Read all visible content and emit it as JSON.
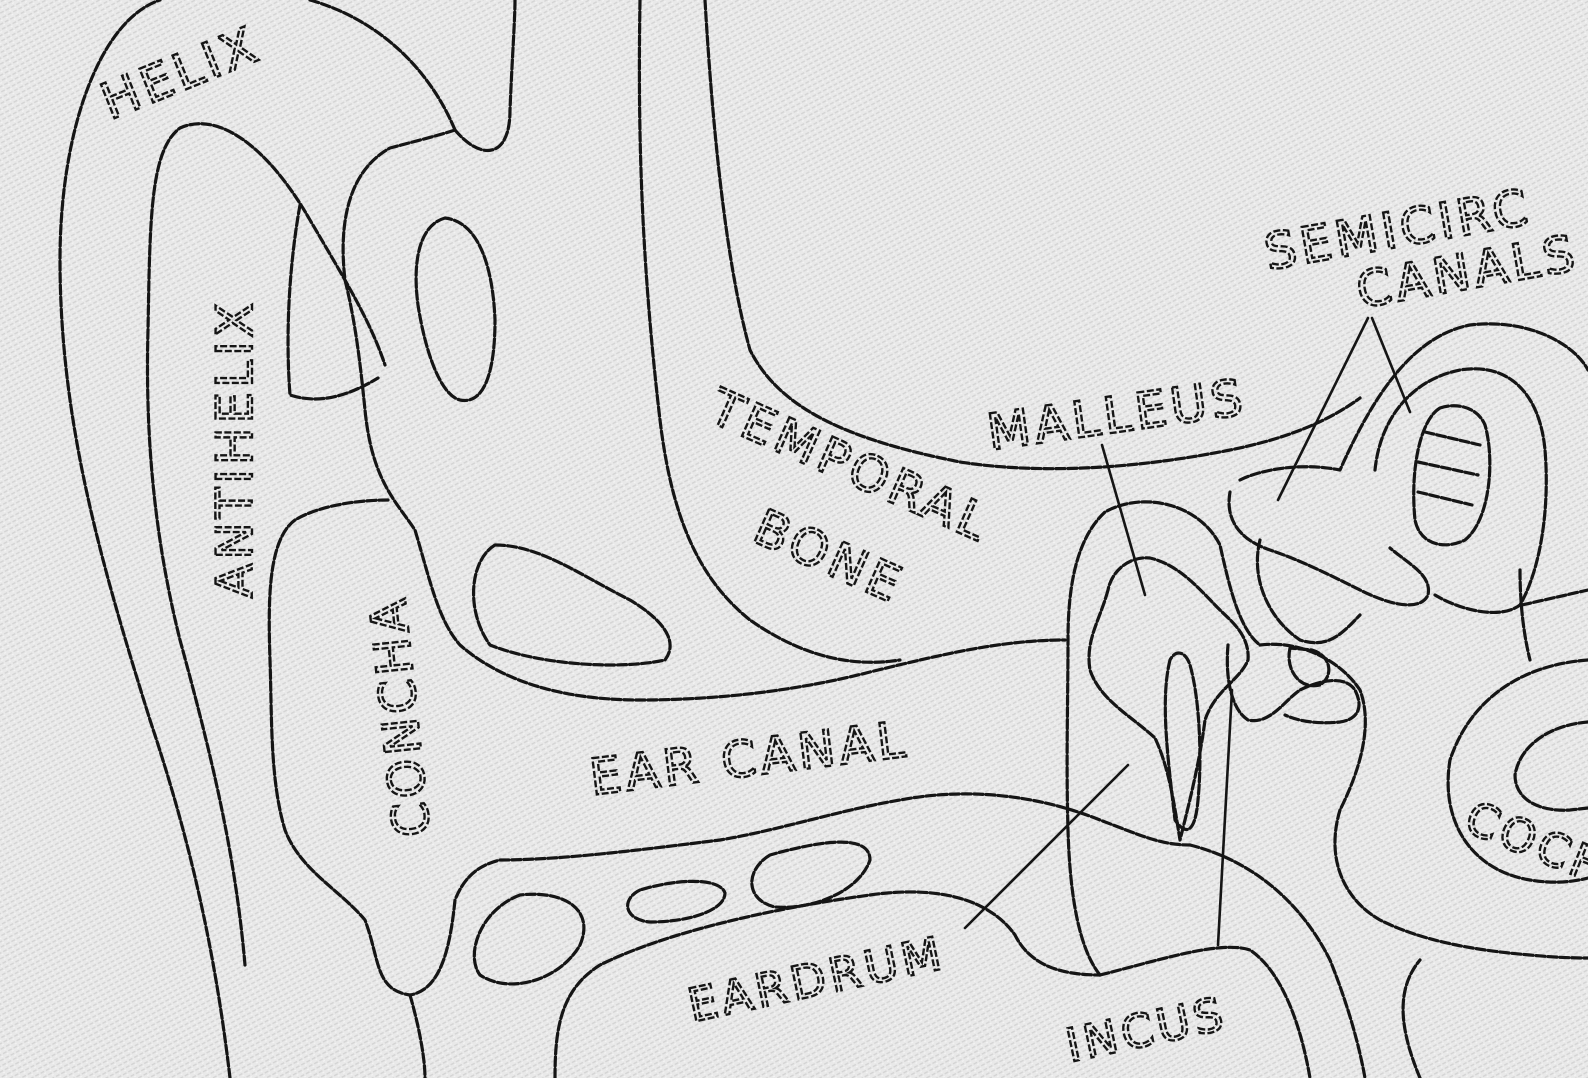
{
  "diagram": {
    "labels": {
      "helix": "HELIX",
      "antihelix": "ANTIHELIX",
      "concha": "CONCHA",
      "temporal_bone_line1": "TEMPORAL",
      "temporal_bone_line2": "BONE",
      "malleus": "MALLEUS",
      "semicircular_line1": "SEMICIRC",
      "semicircular_line2": "CANALS",
      "ear_canal": "EAR CANAL",
      "eardrum": "EARDRUM",
      "incus": "INCUS",
      "cochlea": "COCH"
    },
    "colors": {
      "fabric": "#e9e9e9",
      "stitch": "#151515"
    }
  }
}
